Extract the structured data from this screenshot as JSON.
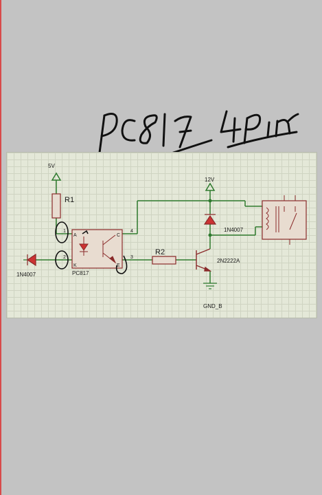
{
  "title_handwritten": "PC817 4Pin",
  "schematic": {
    "supply_5v": "5V",
    "supply_12v": "12V",
    "r1": "R1",
    "r2": "R2",
    "optocoupler": "PC817",
    "opto_pins": {
      "p1": "1",
      "p2": "2",
      "p3": "3",
      "p4": "4",
      "A": "A",
      "K": "K",
      "C": "C",
      "E": "E"
    },
    "diode_input": "1N4007",
    "diode_flyback": "1N4007",
    "transistor": "2N2222A",
    "ground": "GND_B"
  }
}
